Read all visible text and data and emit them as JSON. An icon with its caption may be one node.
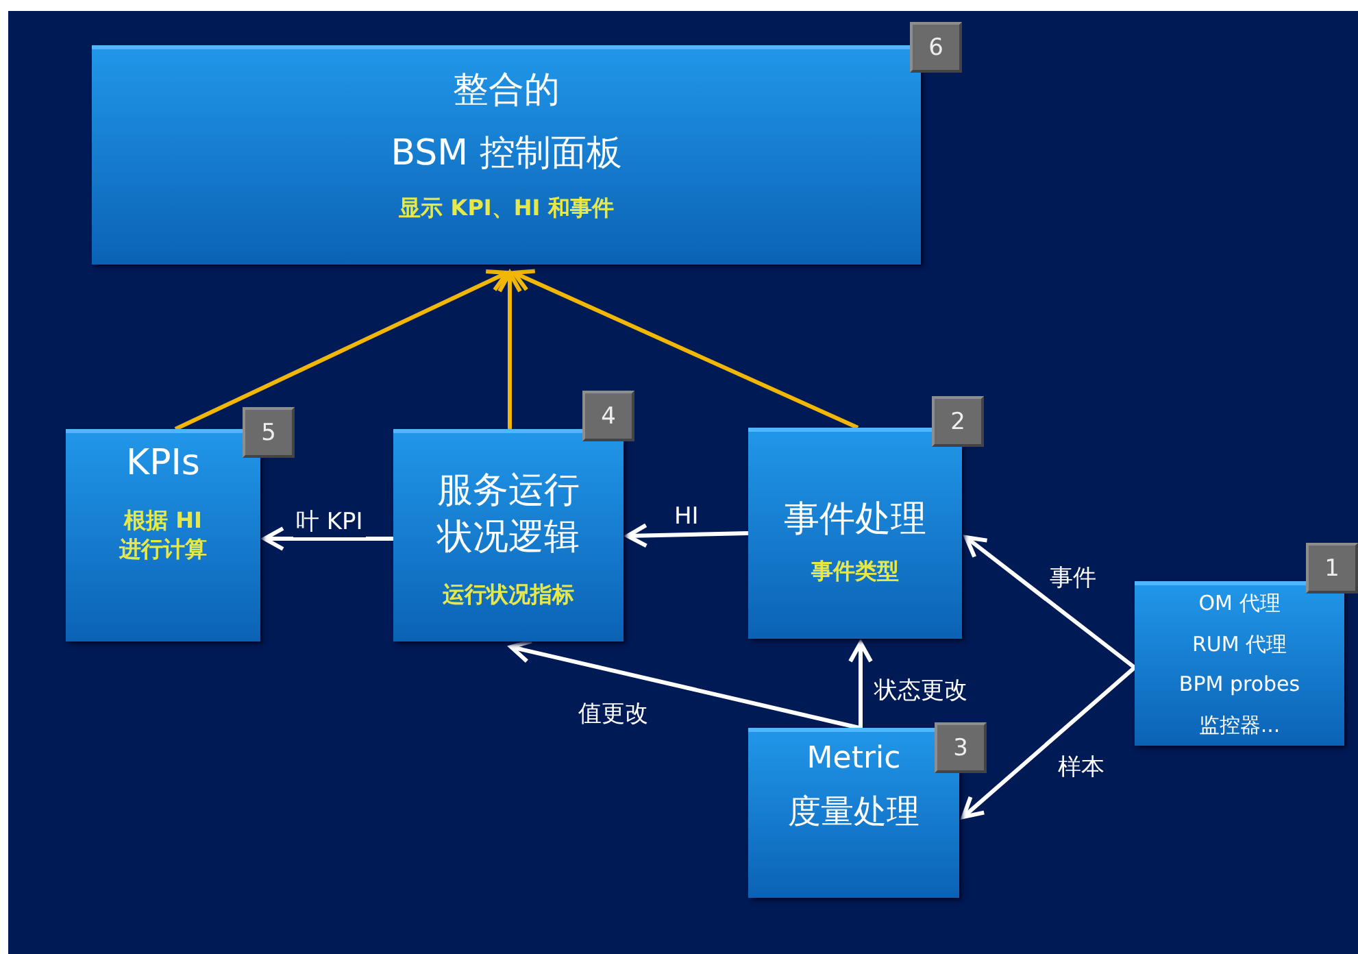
{
  "diagram": {
    "nodes": [
      {
        "text": [
          "整合的",
          "BSM 控制面板",
          "显示 KPI、HI 和事件"
        ],
        "beside": [
          "6"
        ]
      },
      {
        "text": [
          "KPIs",
          "根据 HI进行计算"
        ],
        "beside": [
          "5"
        ]
      },
      {
        "text": [
          "服务运行状况逻辑",
          "运行状况指标"
        ],
        "beside": [
          "4"
        ]
      },
      {
        "text": [
          "事件处理",
          "事件类型"
        ],
        "beside": [
          "2"
        ]
      },
      {
        "text": [
          "OM 代理",
          "RUM 代理",
          "BPM probes",
          "监控器..."
        ],
        "beside": [
          "1"
        ]
      },
      {
        "text": [
          "Metric",
          "度量处理"
        ],
        "beside": [
          "3"
        ]
      }
    ],
    "edges": [
      {
        "from": 1,
        "to": 0,
        "arrow": "to",
        "color": "#f2b705"
      },
      {
        "from": 2,
        "to": 0,
        "arrow": "to",
        "color": "#f2b705"
      },
      {
        "from": 3,
        "to": 0,
        "arrow": "to",
        "color": "#f2b705"
      },
      {
        "from": 2,
        "to": 1,
        "arrow": "to",
        "label": "叶 KPI"
      },
      {
        "from": 3,
        "to": 2,
        "arrow": "to",
        "label": "HI"
      },
      {
        "from": 4,
        "to": 3,
        "arrow": "to",
        "label": "事件"
      },
      {
        "from": 4,
        "to": 5,
        "arrow": "to",
        "label": "样本"
      },
      {
        "from": 5,
        "to": 2,
        "arrow": "to",
        "label": "值更改"
      },
      {
        "from": 5,
        "to": 3,
        "arrow": "to",
        "label": "状态更改"
      }
    ]
  }
}
